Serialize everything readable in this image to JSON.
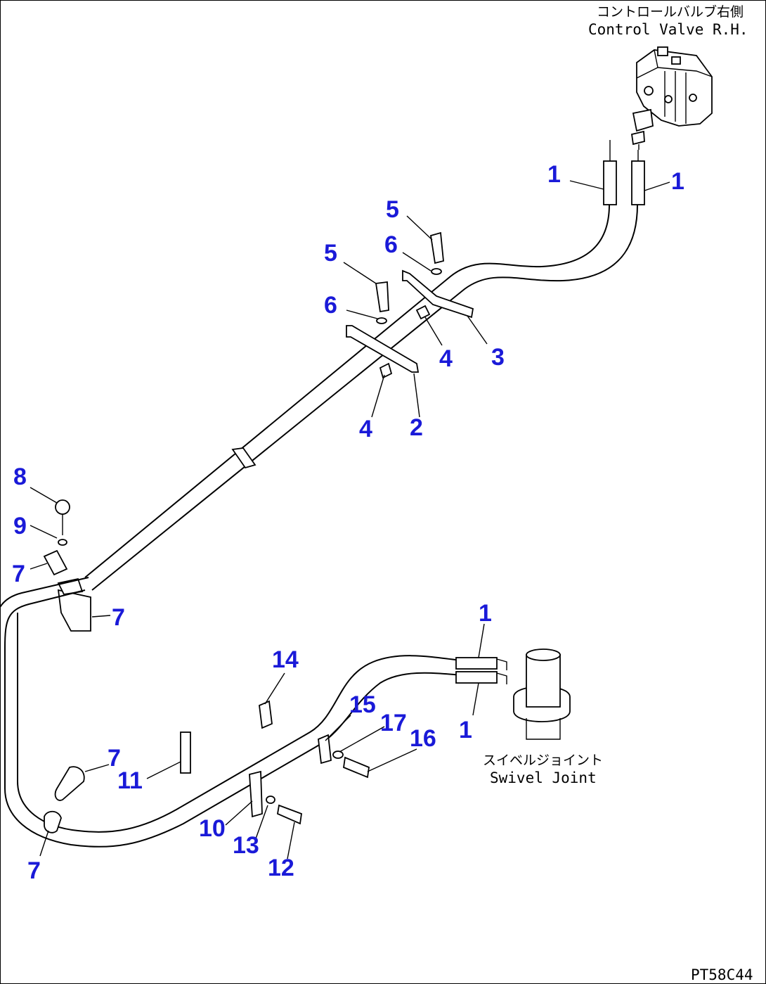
{
  "labels": {
    "control_valve_jp": "コントロールバルブ右側",
    "control_valve_en": "Control Valve R.H.",
    "swivel_joint_jp": "スイベルジョイント",
    "swivel_joint_en": "Swivel Joint",
    "figure_code": "PT58C44"
  },
  "callouts": [
    "1",
    "1",
    "5",
    "6",
    "5",
    "6",
    "4",
    "3",
    "4",
    "2",
    "8",
    "9",
    "7",
    "7",
    "1",
    "14",
    "15",
    "17",
    "16",
    "1",
    "7",
    "11",
    "10",
    "13",
    "12",
    "7"
  ],
  "colors": {
    "callout": "#1a1ad8",
    "line": "#000000",
    "background": "#ffffff"
  }
}
